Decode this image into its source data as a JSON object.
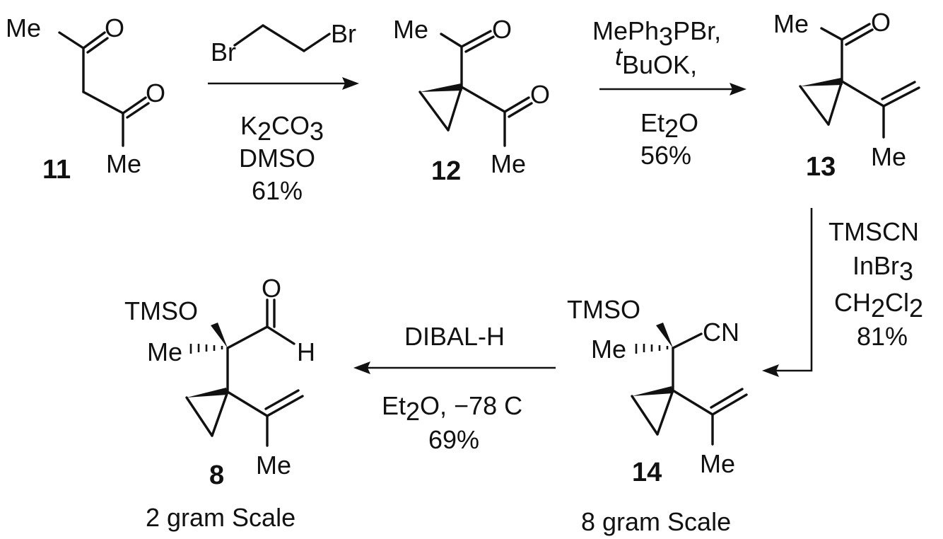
{
  "scheme": {
    "compounds": {
      "c11": {
        "number": "11",
        "labels": {
          "me_top": "Me",
          "o_top": "O",
          "o_bottom": "O",
          "me_bottom": "Me"
        }
      },
      "c12": {
        "number": "12",
        "labels": {
          "me_top": "Me",
          "o_top": "O",
          "o_bottom": "O",
          "me_bottom": "Me"
        }
      },
      "c13": {
        "number": "13",
        "labels": {
          "me_top": "Me",
          "o_top": "O",
          "me_bottom": "Me"
        }
      },
      "c14": {
        "number": "14",
        "scale": "8 gram Scale",
        "labels": {
          "tmso": "TMSO",
          "me_left": "Me",
          "cn": "CN",
          "me_bottom": "Me"
        }
      },
      "c8": {
        "number": "8",
        "scale": "2 gram Scale",
        "labels": {
          "tmso": "TMSO",
          "me_left": "Me",
          "o_top": "O",
          "h": "H",
          "me_bottom": "Me"
        }
      }
    },
    "steps": {
      "s1": {
        "reagent_above": "Br",
        "reagent_above_2": "Br",
        "k": "K",
        "k_sub": "2",
        "co": "CO",
        "co_sub": "3",
        "solvent": "DMSO",
        "yield": "61%"
      },
      "s2": {
        "ylide_a": "MePh",
        "ylide_sub": "3",
        "ylide_b": "PBr,",
        "base_sup": "t",
        "base": "BuOK,",
        "et": "Et",
        "et_sub": "2",
        "et_o": "O",
        "yield": "56%"
      },
      "s3": {
        "tmscn": "TMSCN",
        "inbr": "InBr",
        "inbr_sub": "3",
        "ch": "CH",
        "ch_sub": "2",
        "cl": "Cl",
        "cl_sub": "2",
        "yield": "81%"
      },
      "s4": {
        "reagent": "DIBAL-H",
        "et": "Et",
        "et_sub": "2",
        "conditions": "O, −78  C",
        "yield": "69%"
      }
    }
  }
}
